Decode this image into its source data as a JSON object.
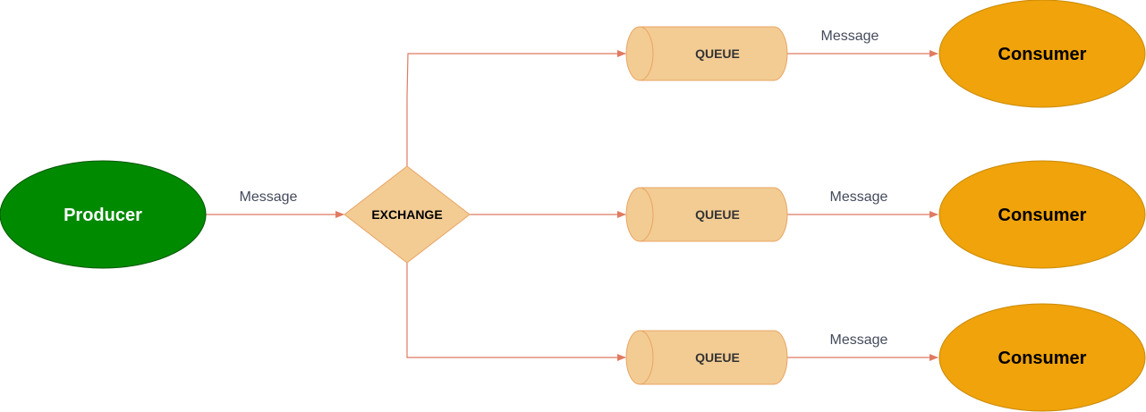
{
  "diagram": {
    "producer": {
      "label": "Producer"
    },
    "exchange": {
      "label": "EXCHANGE"
    },
    "queues": [
      {
        "label": "QUEUE"
      },
      {
        "label": "QUEUE"
      },
      {
        "label": "QUEUE"
      }
    ],
    "consumers": [
      {
        "label": "Consumer"
      },
      {
        "label": "Consumer"
      },
      {
        "label": "Consumer"
      }
    ],
    "edge_labels": {
      "producer_to_exchange": "Message",
      "queue1_to_consumer1": "Message",
      "queue2_to_consumer2": "Message",
      "queue3_to_consumer3": "Message"
    }
  },
  "colors": {
    "producer_fill": "#008a00",
    "producer_stroke": "#005700",
    "producer_text": "#ffffff",
    "exchange_fill": "#f3cc94",
    "exchange_stroke": "#e8a463",
    "queue_fill": "#f3cc94",
    "queue_stroke": "#e8a463",
    "consumer_fill": "#f0a30a",
    "consumer_stroke": "#c98a09",
    "consumer_text": "#000000",
    "connector": "#e07b62",
    "edge_label_text": "#444b5c",
    "queue_text": "#333333"
  }
}
